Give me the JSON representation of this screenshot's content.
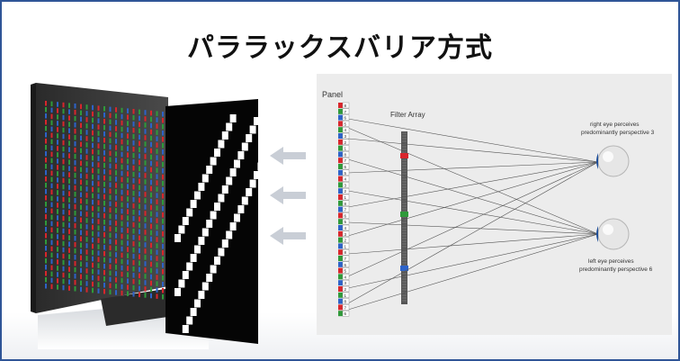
{
  "title": "パララックスバリア方式",
  "diagram": {
    "panel_label": "Panel",
    "filter_label": "Filter Array",
    "right_eye_line1": "right eye perceives",
    "right_eye_line2": "predominantly perspective 3",
    "left_eye_line1": "left eye perceives",
    "left_eye_line2": "predominantly perspective 6",
    "panel_numbers": [
      "8",
      "7",
      "6",
      "5",
      "4",
      "3",
      "2",
      "1",
      "8",
      "7",
      "6",
      "5",
      "4",
      "3",
      "2",
      "1",
      "8",
      "7",
      "6",
      "5",
      "4",
      "3",
      "2",
      "1",
      "8",
      "7",
      "6",
      "5",
      "4",
      "3",
      "2",
      "1",
      "8",
      "7",
      "6"
    ]
  },
  "colors": {
    "border": "#2f5597",
    "red": "#d9262c",
    "green": "#2f9a3a",
    "blue": "#2d63c8",
    "arrow": "#c9ced6"
  }
}
